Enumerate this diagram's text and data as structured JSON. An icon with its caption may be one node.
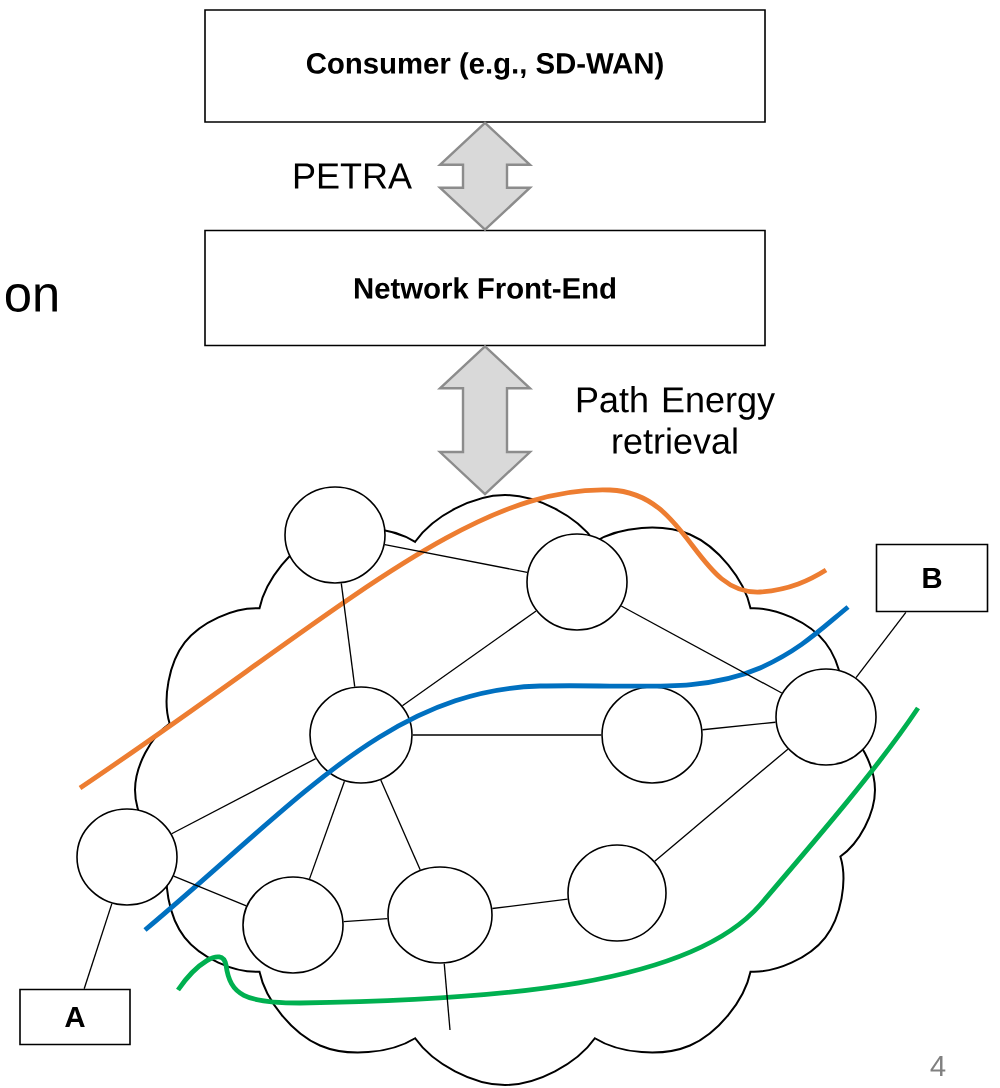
{
  "diagram": {
    "nodes": [
      {
        "text": [
          "Consumer (e.g., SD-WAN)"
        ]
      },
      {
        "text": [
          "Network Front-End"
        ]
      },
      {
        "text": [],
        "shape": "cloud"
      },
      {
        "text": [],
        "shape": "circle"
      },
      {
        "text": [],
        "shape": "circle",
        "in": 2
      },
      {
        "text": [
          "B"
        ]
      },
      {
        "text": [],
        "shape": "circle",
        "in": 2
      },
      {
        "text": [],
        "shape": "circle",
        "in": 2
      },
      {
        "text": [],
        "shape": "circle",
        "in": 2
      },
      {
        "text": [],
        "shape": "circle"
      },
      {
        "text": [],
        "shape": "circle",
        "in": 2
      },
      {
        "text": [],
        "shape": "circle",
        "in": 2
      },
      {
        "text": [],
        "shape": "circle",
        "in": 2
      },
      {
        "text": [
          "A"
        ]
      }
    ],
    "edges": [
      {
        "from": 0,
        "to": 1,
        "arrow": "both",
        "label": "PETRA",
        "style": "thick",
        "color": "#d9d9d9"
      },
      {
        "from": 1,
        "to": 2,
        "arrow": "both",
        "label": "Path Energy retrieval",
        "style": "thick",
        "color": "#d9d9d9"
      },
      {
        "from": 3,
        "to": 4,
        "arrow": "none"
      },
      {
        "from": 3,
        "to": 6,
        "arrow": "none"
      },
      {
        "from": 4,
        "to": 6,
        "arrow": "none"
      },
      {
        "from": 4,
        "to": 8,
        "arrow": "none"
      },
      {
        "from": 6,
        "to": 7,
        "arrow": "none"
      },
      {
        "from": 7,
        "to": 8,
        "arrow": "none"
      },
      {
        "from": 6,
        "to": 9,
        "arrow": "none"
      },
      {
        "from": 6,
        "to": 10,
        "arrow": "none"
      },
      {
        "from": 6,
        "to": 11,
        "arrow": "none"
      },
      {
        "from": 9,
        "to": 10,
        "arrow": "none"
      },
      {
        "from": 10,
        "to": 11,
        "arrow": "none"
      },
      {
        "from": 11,
        "to": 12,
        "arrow": "none"
      },
      {
        "from": 12,
        "to": 8,
        "arrow": "none"
      },
      {
        "from": 9,
        "to": 13,
        "arrow": "none"
      },
      {
        "from": 8,
        "to": 5,
        "arrow": "none"
      },
      {
        "from": 11,
        "to": null,
        "arrow": "none"
      }
    ],
    "labels": [
      "on",
      "4"
    ]
  }
}
